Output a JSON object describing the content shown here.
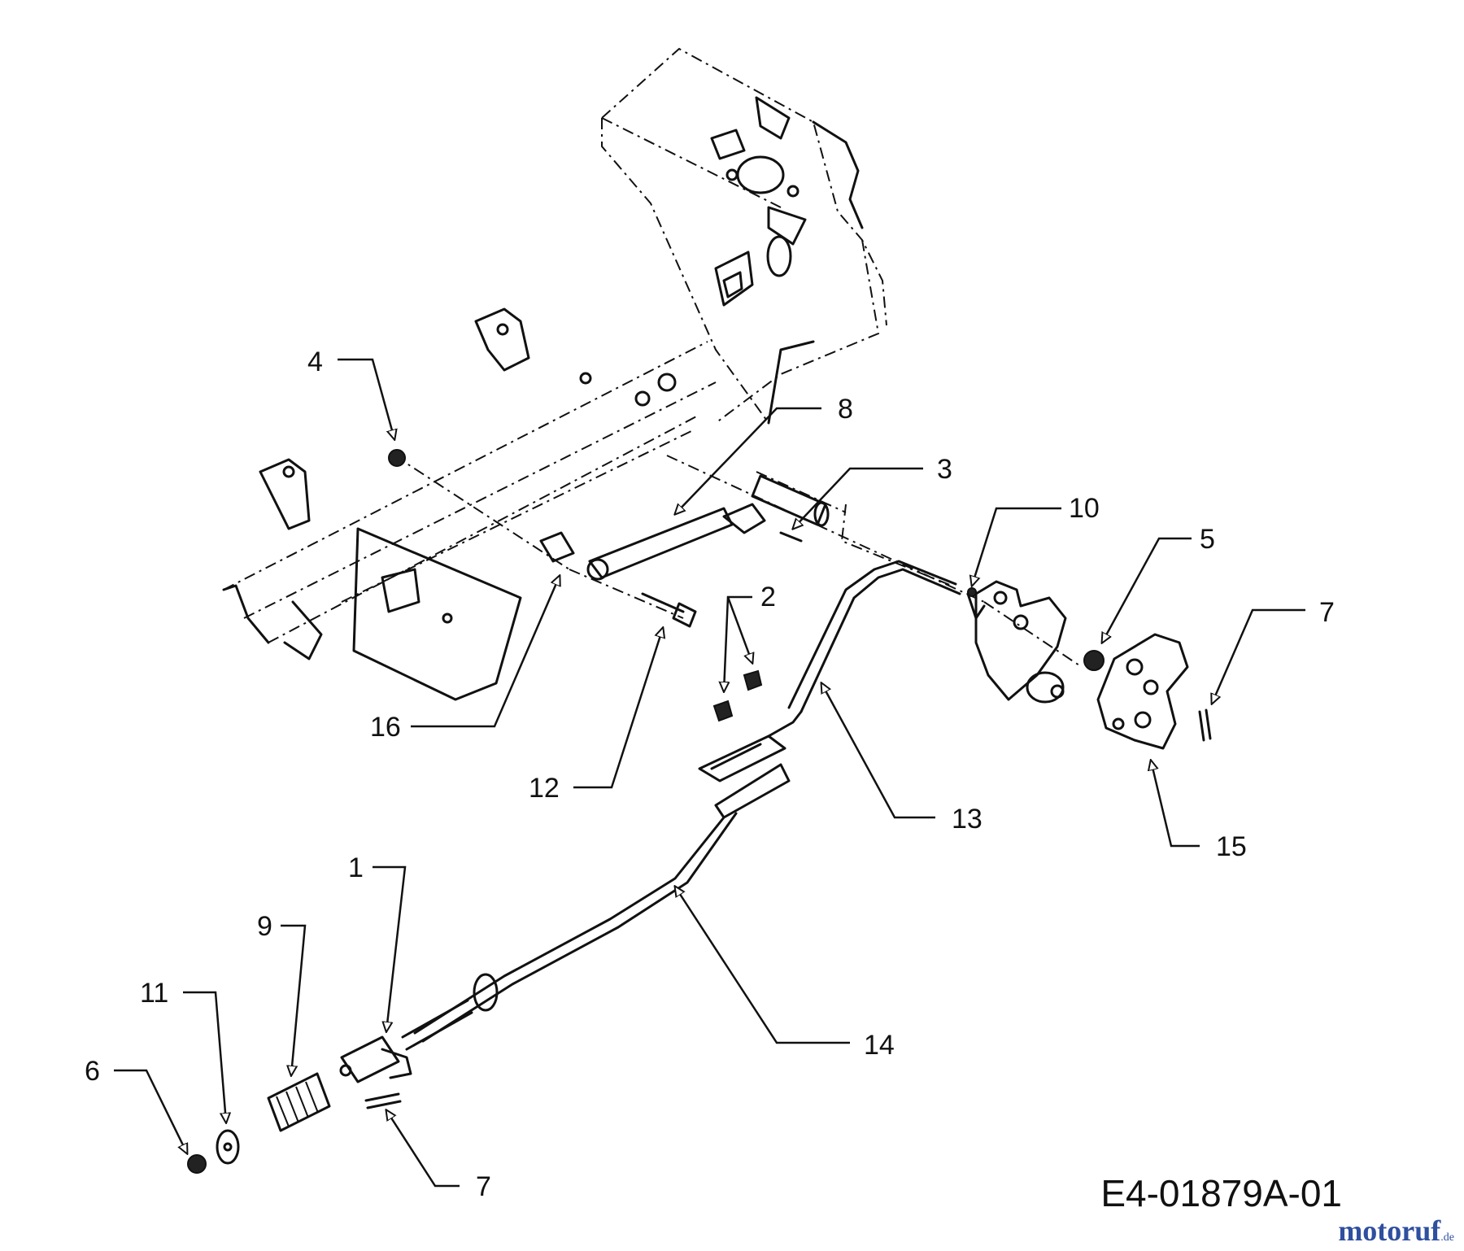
{
  "callouts": {
    "c1": "1",
    "c2": "2",
    "c3": "3",
    "c4": "4",
    "c5": "5",
    "c6": "6",
    "c7a": "7",
    "c7b": "7",
    "c8": "8",
    "c9": "9",
    "c10": "10",
    "c11": "11",
    "c12": "12",
    "c13": "13",
    "c14": "14",
    "c15": "15",
    "c16": "16"
  },
  "diagram_code": "E4-01879A-01",
  "watermark": {
    "name": "motoruf",
    "tld": ".de",
    "color": "#2f4f9f"
  },
  "icons": {
    "arrow": "arrow-head-icon"
  }
}
